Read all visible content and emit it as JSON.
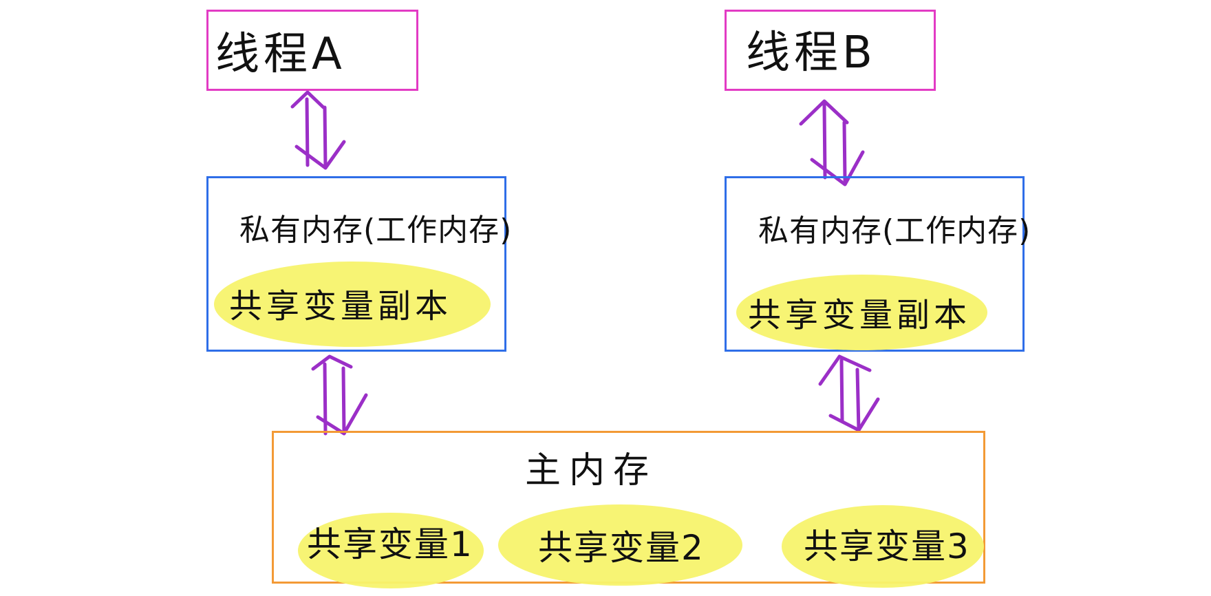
{
  "diagram": {
    "threads": [
      {
        "title": "线程A",
        "memory_title": "私有内存(工作内存)",
        "copy_label": "共享变量副本"
      },
      {
        "title": "线程B",
        "memory_title": "私有内存(工作内存)",
        "copy_label": "共享变量副本"
      }
    ],
    "main_memory": {
      "title": "主内存",
      "variables": [
        "共享变量1",
        "共享变量2",
        "共享变量3"
      ]
    },
    "colors": {
      "thread_border": "#e23bc4",
      "memory_border": "#2f6ee8",
      "main_border": "#f39a35",
      "arrow": "#9b2fc7",
      "highlight": "#f7f36d"
    }
  }
}
